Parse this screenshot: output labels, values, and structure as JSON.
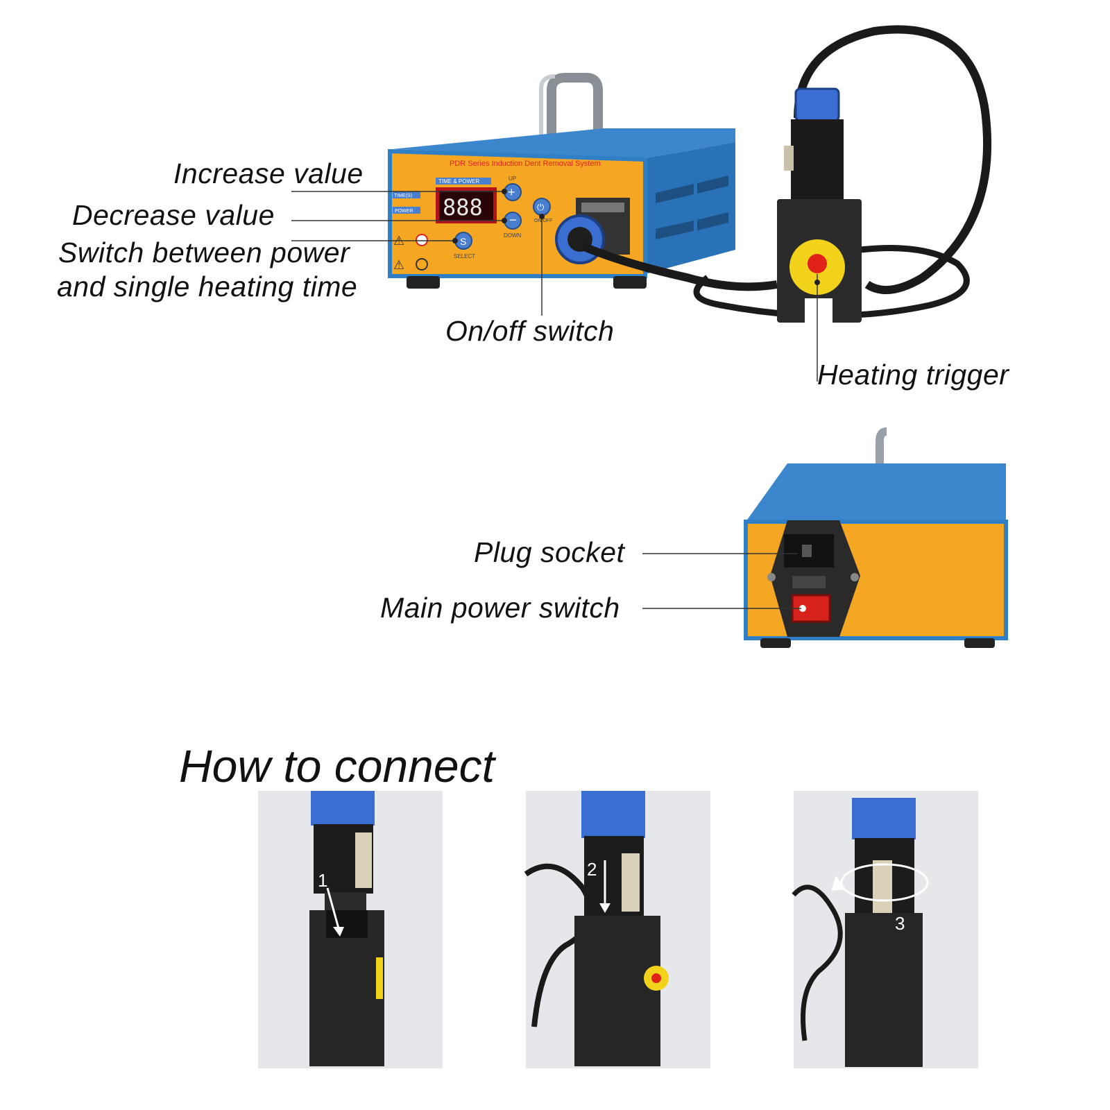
{
  "front": {
    "panel_title": "PDR Series Induction Dent Removal System",
    "display_caption": "TIME & POWER",
    "display_value": "888",
    "indicator_time": "TIME(S)",
    "indicator_power": "POWER",
    "up_text": "UP",
    "down_text": "DOWN",
    "select_glyph": "S",
    "select_text": "SELECT",
    "onoff_text": "ON/OFF"
  },
  "labels": {
    "increase": "Increase value",
    "decrease": "Decrease value",
    "switch_line1": "Switch between power",
    "switch_line2": "and single heating time",
    "onoff": "On/off switch",
    "trigger": "Heating trigger",
    "plug": "Plug socket",
    "main_power": "Main power switch"
  },
  "connect": {
    "title": "How to connect",
    "steps": [
      "1",
      "2",
      "3"
    ]
  },
  "colors": {
    "body_blue": "#2f7fc6",
    "panel_orange": "#f5a623",
    "connector_blue": "#3a6fd1",
    "trigger_yellow": "#f2d21b",
    "trigger_red": "#e0221a",
    "rocker_red": "#d7231c"
  }
}
